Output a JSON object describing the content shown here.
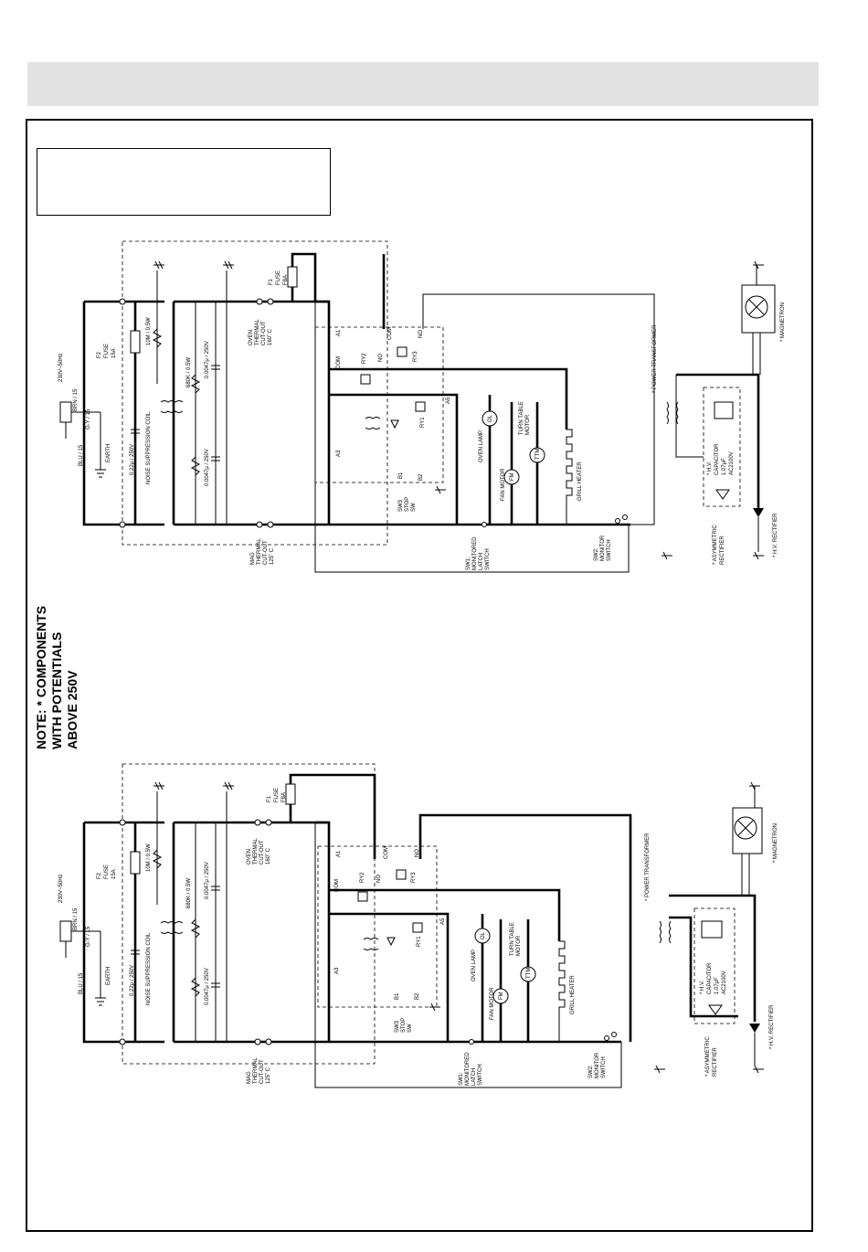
{
  "note": {
    "line1": "NOTE:  *  COMPONENTS",
    "line2": "WITH POTENTIALS",
    "line3": "ABOVE 250V"
  },
  "upper": {
    "supply": "230V~50Hz",
    "brn": "BRN / 15",
    "gy": "G-Y / 15",
    "blu": "BLU / 15",
    "earth": "EARTH",
    "f2": [
      "F2",
      "FUSE",
      "15A"
    ],
    "r10m": "10M / 0.5W",
    "c022": "0.22μ / 250V",
    "nsc": "NOISE SUPPRESSION COIL",
    "r680": "680K / 0.5W",
    "c0047a": "0.0047μ / 250V",
    "c0047b": "0.0047μ / 250V",
    "f1": [
      "F1",
      "FUSE",
      "F8A"
    ],
    "oven_tco": [
      "OVEN",
      "THERMAL",
      "CUT-OUT",
      "160˚ C"
    ],
    "mag_tco": [
      "MAG",
      "THERMAL",
      "CUT-OUT",
      "125˚ C"
    ],
    "a1": "A1",
    "a3": "A3",
    "a5": "A5",
    "b1": "B1",
    "b2": "B2",
    "com1": "COM",
    "com2": "COM",
    "no1": "NO",
    "no2": "NO",
    "ry1": "RY1",
    "ry2": "RY2",
    "ry3": "RY3",
    "sw3": [
      "SW3",
      "STOP",
      "SW"
    ],
    "oven_lamp": "OVEN LAMP",
    "ol": "OL",
    "fan_motor": "FAN MOTOR",
    "fm": "FM",
    "tt_motor": [
      "TURN TABLE",
      "MOTOR"
    ],
    "ttm": "TTM",
    "grill": "GRILL HEATER",
    "sw1": [
      "SW1:",
      "MONITORED",
      "LATCH",
      "SWITCH"
    ],
    "sw2": [
      "SW2:",
      "MONITOR",
      "SWITCH"
    ],
    "ptx": "*  POWER TRANSFORMER",
    "hvcap": [
      "*  H.V.",
      "CAPACITOR",
      "1.07μF",
      "AC2100V"
    ],
    "asym": [
      "*  ASYMMETRIC",
      "RECTIFIER"
    ],
    "hvrect": "*  H.V. RECTIFIER",
    "magnetron": "*  MAGNETRON"
  },
  "lower": {
    "supply": "230V~50Hz",
    "brn": "BRN / 15",
    "gy": "G-Y / 15",
    "blu": "BLU / 15",
    "earth": "EARTH",
    "f2": [
      "F2",
      "FUSE",
      "15A"
    ],
    "r10m": "10M / 0.5W",
    "c022": "0.22μ / 250V",
    "nsc": "NOISE SUPPRESSION COIL",
    "r680": "680K / 0.5W",
    "c0047a": "0.0047μ / 250V",
    "c0047b": "0.0047μ / 250V",
    "f1": [
      "F1",
      "FUSE",
      "F8A"
    ],
    "oven_tco": [
      "OVEN",
      "THERMAL",
      "CUT-OUT",
      "160˚ C"
    ],
    "mag_tco": [
      "MAG",
      "THERMAL",
      "CUT-OUT",
      "125˚ C"
    ],
    "a1": "A1",
    "a3": "A3",
    "a5": "A5",
    "b1": "B1",
    "b2": "B2",
    "com1": "COM",
    "com2": "COM",
    "no1": "NO",
    "no2": "NO",
    "ry1": "RY1",
    "ry2": "RY2",
    "ry3": "RY3",
    "sw3": [
      "SW3",
      "STOP",
      "SW"
    ],
    "oven_lamp": "OVEN LAMP",
    "ol": "OL",
    "fan_motor": "FAN MOTOR",
    "fm": "FM",
    "tt_motor": [
      "TURN TABLE",
      "MOTOR"
    ],
    "ttm": "TTM",
    "grill": "GRILL HEATER",
    "sw1": [
      "SW1:",
      "MONITORED",
      "LATCH",
      "SWITCH"
    ],
    "sw2": [
      "SW2:",
      "MONITOR",
      "SWITCH"
    ],
    "ptx": "*  POWER TRANSFORMER",
    "hvcap": [
      "*  H.V.",
      "CAPACITOR",
      "1.07μF",
      "AC2100V"
    ],
    "asym": [
      "*  ASYMMETRIC",
      "RECTIFIER"
    ],
    "hvrect": "*  H.V. RECTIFIER",
    "magnetron": "*  MAGNETRON"
  }
}
